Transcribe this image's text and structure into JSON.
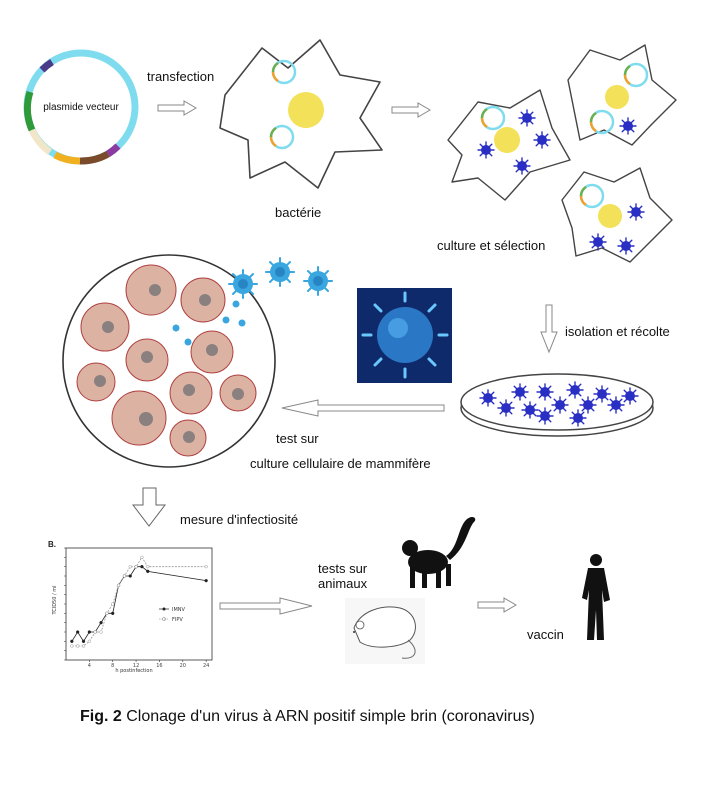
{
  "labels": {
    "plasmid": "plasmide vecteur",
    "transfection": "transfection",
    "bacteria": "bactérie",
    "culture_selection": "culture et sélection",
    "isolation": "isolation et récolte",
    "test_on": "test sur",
    "mammal_culture": "culture cellulaire de mammifère",
    "infectivity": "mesure d'infectiosité",
    "animal_tests_1": "tests sur",
    "animal_tests_2": "animaux",
    "vaccine": "vaccin"
  },
  "caption": {
    "fig": "Fig. 2",
    "text": "Clonage d'un virus à ARN positif simple brin (coronavirus)"
  },
  "chart_data": {
    "type": "line",
    "panel_label": "B.",
    "xlabel": "h postinfection",
    "ylabel": "TCID50 / ml",
    "x_ticks": [
      4,
      8,
      12,
      16,
      20,
      24
    ],
    "xlim": [
      0,
      25
    ],
    "ylim": [
      0,
      12
    ],
    "series": [
      {
        "name": "IMNV",
        "x": [
          1,
          2,
          3,
          4,
          5,
          6,
          7,
          8,
          9,
          10,
          11,
          12,
          13,
          14,
          24
        ],
        "y": [
          2,
          3,
          2,
          3,
          3,
          4,
          5,
          5,
          8,
          9,
          9,
          10,
          10,
          9.5,
          8.5
        ]
      },
      {
        "name": "FIPV",
        "x": [
          1,
          2,
          3,
          4,
          5,
          6,
          7,
          8,
          9,
          10,
          11,
          12,
          13,
          14,
          24
        ],
        "y": [
          1.5,
          1.5,
          1.5,
          2,
          3,
          3,
          5,
          6,
          8,
          9,
          10,
          10,
          11,
          10,
          10
        ]
      }
    ]
  },
  "colors": {
    "virus_blue": "#2a2fc4",
    "nucleus_yellow": "#f3e15a",
    "mammal_cell": "#dcb3a3",
    "mammal_nucleus": "#8a8080"
  }
}
